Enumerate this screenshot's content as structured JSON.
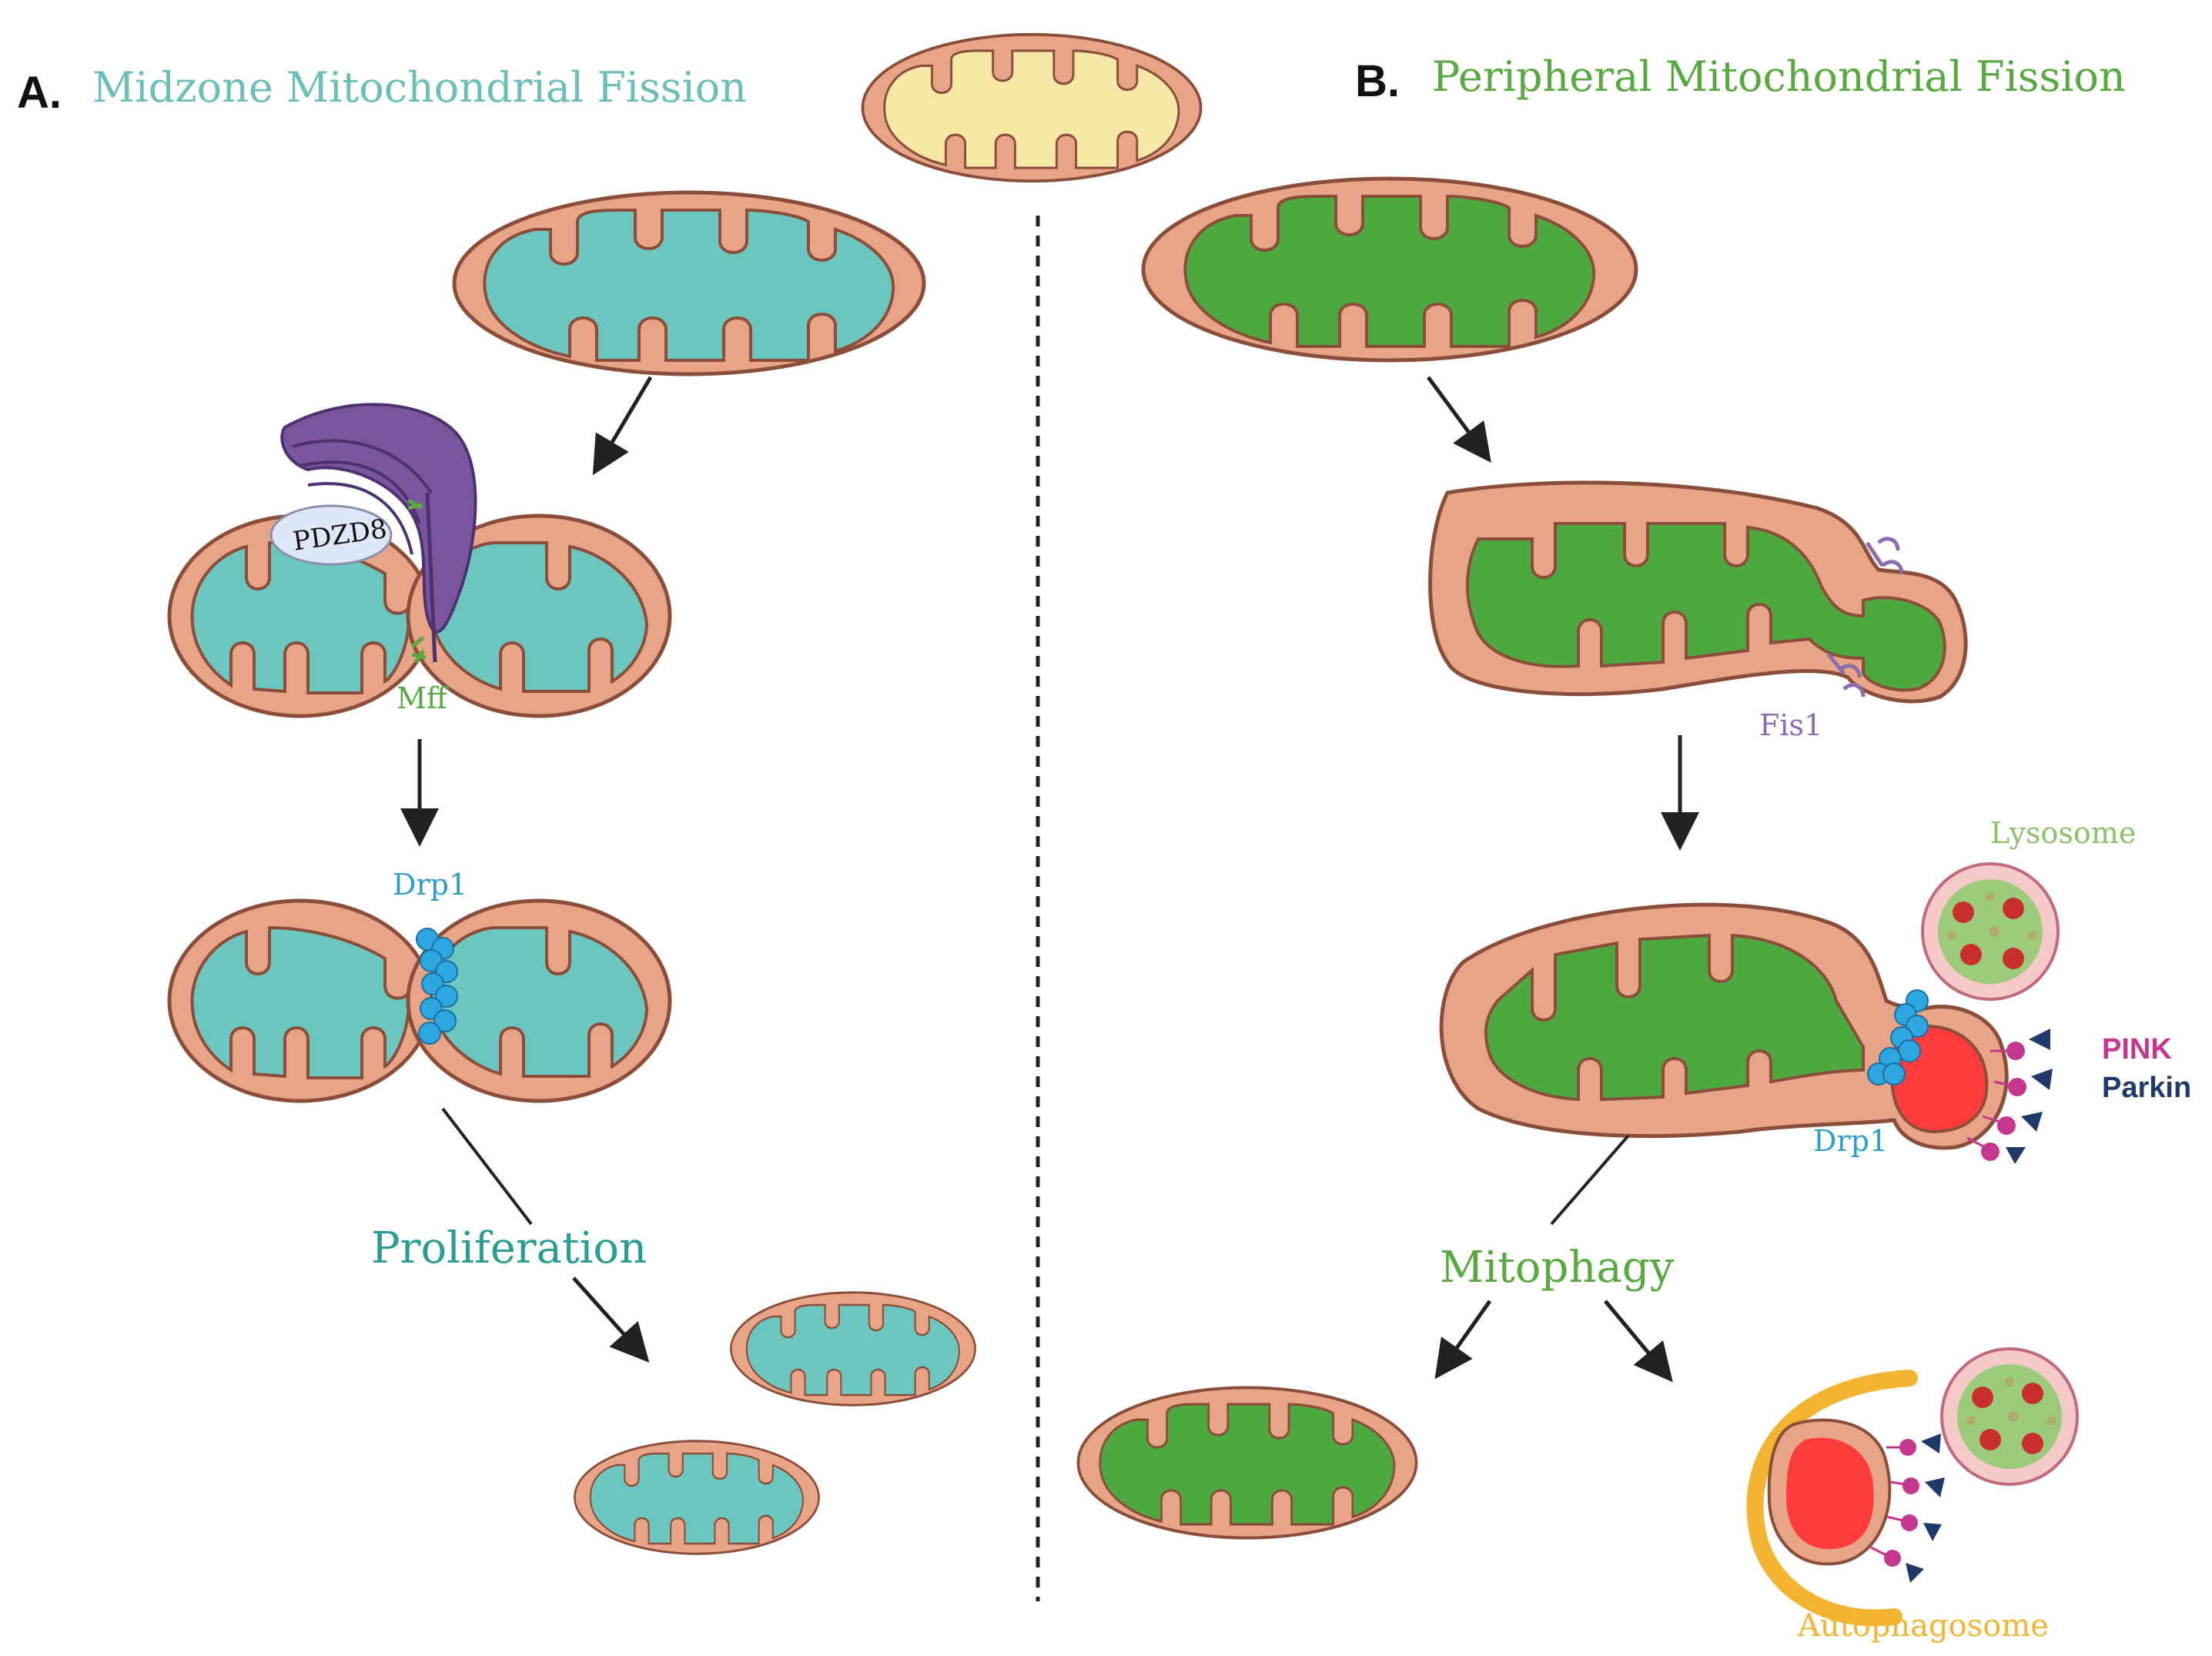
{
  "panel_a": {
    "letter": "A.",
    "title": "Midzone Mitochondrial Fission",
    "title_color": "#6bbfb8",
    "labels": {
      "pdzd8": "PDZD8",
      "mff": "Mff",
      "drp1": "Drp1",
      "outcome": "Proliferation"
    },
    "outcome_color": "#2a9d93",
    "matrix_color": "#6cc6c0"
  },
  "panel_b": {
    "letter": "B.",
    "title": "Peripheral Mitochondrial Fission",
    "title_color": "#5aa841",
    "labels": {
      "fis1": "Fis1",
      "lysosome": "Lysosome",
      "pink": "PINK",
      "parkin": "Parkin",
      "drp1": "Drp1",
      "outcome": "Mitophagy",
      "autophagosome": "Autophagosome"
    },
    "outcome_color": "#5aa841",
    "matrix_color": "#4ca83f"
  },
  "colors": {
    "outer_membrane": "#e8a486",
    "membrane_stroke": "#8a4e3a",
    "healthy_matrix": "#f7e7a6",
    "damaged_matrix": "#ff3b3b",
    "er": "#7b569e",
    "drp1": "#2ea6e0",
    "pink": "#c4378f",
    "parkin": "#1f3a68",
    "fis1": "#8d6cad",
    "mff": "#5aa841",
    "lysosome_outer": "#f6c9c9",
    "lysosome_inner": "#9ccc7b",
    "autophagosome": "#f2b431"
  },
  "icons": [
    "er-icon",
    "pdzd8-icon",
    "mff-icon",
    "fis1-icon",
    "drp1-ring-icon",
    "pink-parkin-icon",
    "lysosome-icon",
    "autophagosome-icon"
  ]
}
